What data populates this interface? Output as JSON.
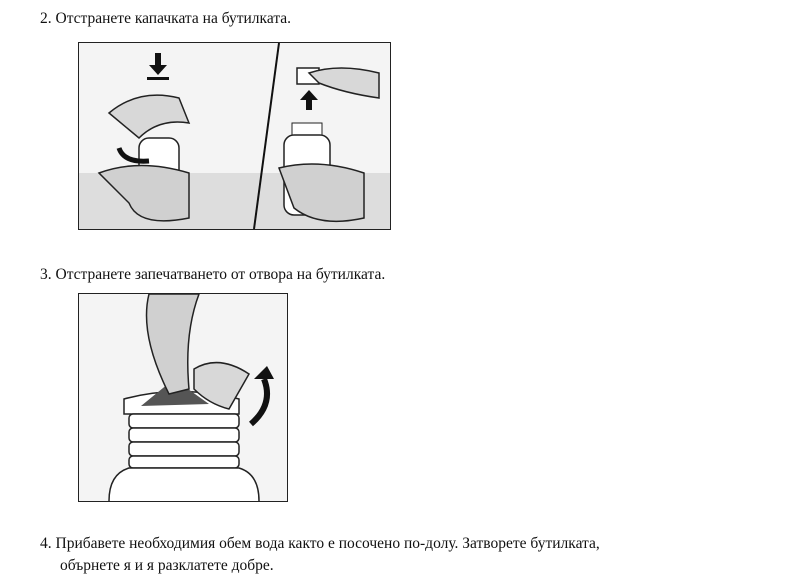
{
  "steps": [
    {
      "number": "2.",
      "text": "Отстранете капачката на бутилката."
    },
    {
      "number": "3.",
      "text": "Отстранете запечатването от отвора на бутилката."
    },
    {
      "number": "4.",
      "text": "Прибавете необходимия обем вода както е посочено по-долу. Затворете бутилката,",
      "text2": "обърнете я и я разклатете добре."
    }
  ]
}
